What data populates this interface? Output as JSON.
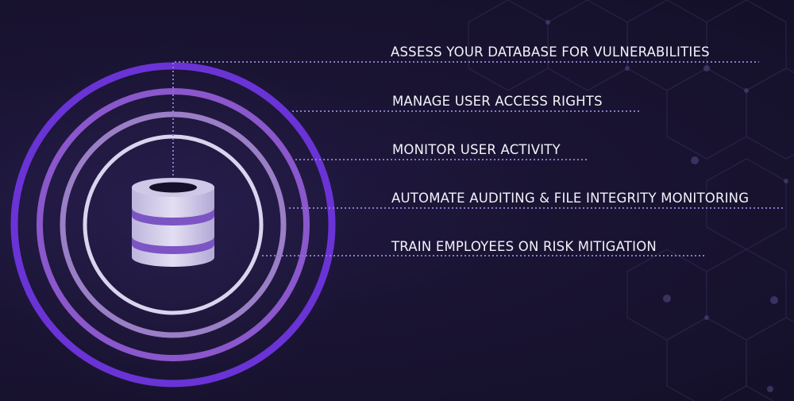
{
  "diagram": {
    "colors": {
      "background": "#17122e",
      "outer_ring": "#6a33d6",
      "ring_2": "#8b57cc",
      "ring_3": "#9a7fc6",
      "inner_ring": "#dcd4ee",
      "database_body": "#d6d0ea",
      "database_band": "#7c54c4",
      "label_text": "#f4f2fb",
      "leader_line": "#8d78c8",
      "hex_pattern": "#3a2f5e"
    },
    "icon": "database-icon",
    "steps": [
      {
        "label": "ASSESS YOUR DATABASE FOR VULNERABILITIES"
      },
      {
        "label": "MANAGE USER ACCESS RIGHTS"
      },
      {
        "label": "MONITOR USER ACTIVITY"
      },
      {
        "label": "AUTOMATE AUDITING & FILE INTEGRITY MONITORING"
      },
      {
        "label": "TRAIN EMPLOYEES ON RISK MITIGATION"
      }
    ]
  }
}
